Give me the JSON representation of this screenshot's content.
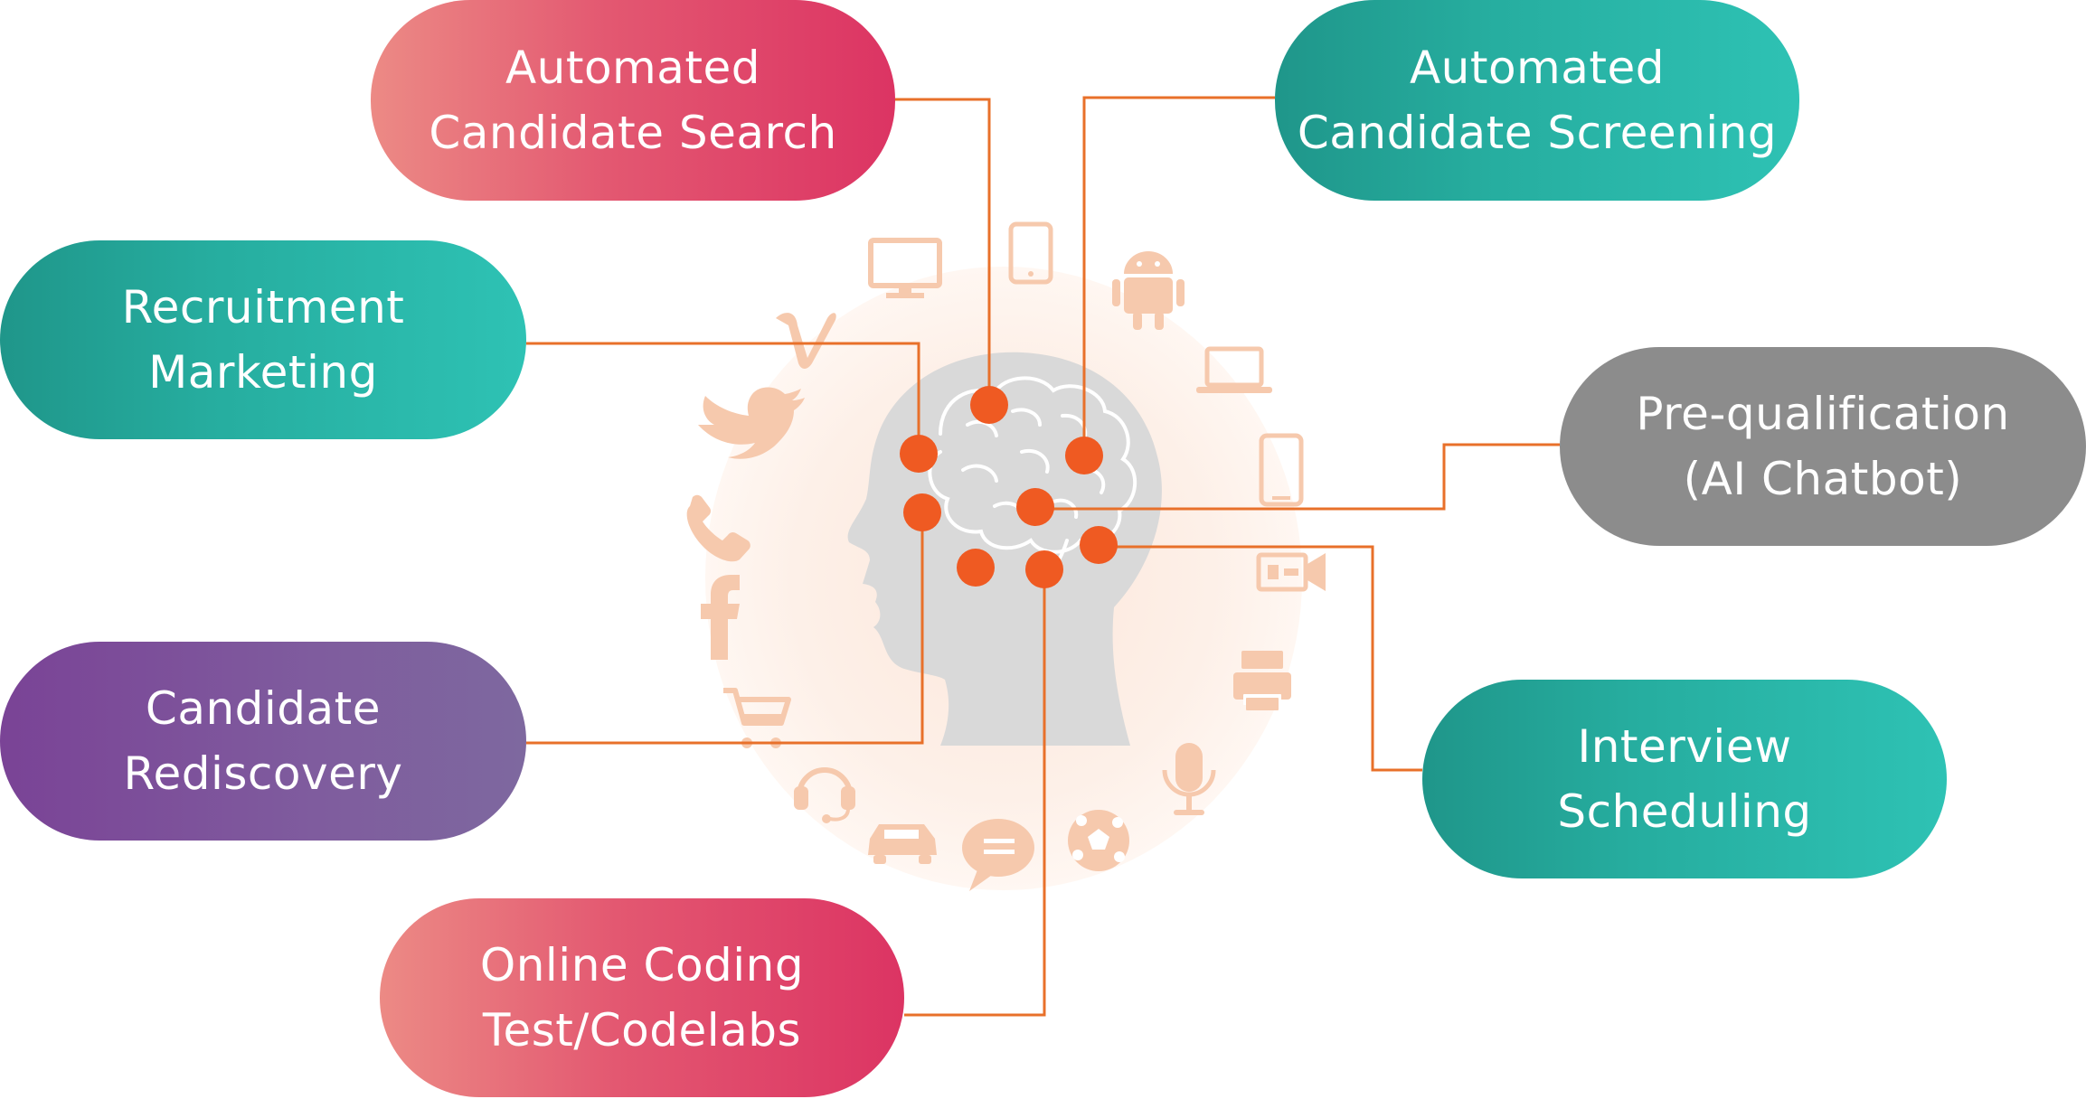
{
  "nodes": [
    {
      "id": "search",
      "label": "Automated\nCandidate Search",
      "color": "pink"
    },
    {
      "id": "screening",
      "label": "Automated\nCandidate Screening",
      "color": "teal"
    },
    {
      "id": "marketing",
      "label": "Recruitment\nMarketing",
      "color": "teal"
    },
    {
      "id": "prequal",
      "label": "Pre-qualification\n(AI Chatbot)",
      "color": "gray"
    },
    {
      "id": "rediscovery",
      "label": "Candidate\nRediscovery",
      "color": "purple"
    },
    {
      "id": "interview",
      "label": "Interview\nScheduling",
      "color": "teal"
    },
    {
      "id": "coding",
      "label": "Online Coding\nTest/Codelabs",
      "color": "pink"
    }
  ],
  "colors": {
    "connector": "#e8702a",
    "node_dot": "#ef5a22",
    "head": "#d9d9d9",
    "brain_outline": "#ffffff",
    "icons": "#f6c9ad",
    "halo": "#fdeee4"
  },
  "icons": [
    "monitor-icon",
    "tablet-icon",
    "android-icon",
    "vimeo-icon",
    "laptop-icon",
    "twitter-icon",
    "smartphone-icon",
    "phone-icon",
    "projector-icon",
    "facebook-icon",
    "printer-icon",
    "shopping-cart-icon",
    "microphone-icon",
    "headset-icon",
    "car-icon",
    "chat-bubble-icon",
    "soccer-ball-icon"
  ]
}
